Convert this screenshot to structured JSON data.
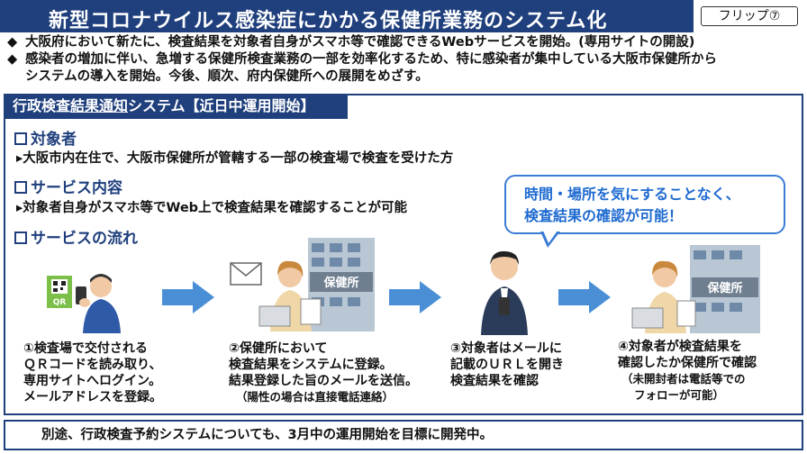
{
  "header": {
    "title": "新型コロナウイルス感染症にかかる保健所業務のシステム化",
    "flip_label": "フリップ⑦"
  },
  "bullets": [
    {
      "mark": "◆",
      "text": "大阪府において新たに、検査結果を対象者自身がスマホ等で確認できるWebサービスを開始。(専用サイトの開設)"
    },
    {
      "mark": "◆",
      "text": "感染者の増加に伴い、急増する保健所検査業務の一部を効率化するため、特に感染者が集中している大阪市保健所から"
    },
    {
      "mark": "",
      "text": "システムの導入を開始。今後、順次、府内保健所への展開をめざす。"
    }
  ],
  "panel": {
    "tab_prefix": "行政検査",
    "tab_underlined": "結果通知",
    "tab_suffix": "システム【近日中運用開始】",
    "target_heading": "対象者",
    "target_body": "▸大阪市内在住で、大阪市保健所が管轄する一部の検査場で検査を受けた方",
    "service_heading": "サービス内容",
    "service_body": "▸対象者自身がスマホ等でWeb上で検査結果を確認することが可能",
    "flow_heading": "サービスの流れ",
    "bubble_line1": "時間・場所を気にすることなく、",
    "bubble_line2": "検査結果の確認が可能！"
  },
  "illustrations": {
    "qr_label": "QR",
    "building_sign_1": "保健所",
    "building_sign_2": "保健所"
  },
  "steps": [
    {
      "lines": [
        "①検査場で交付される",
        "ＱＲコードを読み取り、",
        "専用サイトへログイン。",
        "メールアドレスを登録。"
      ],
      "note": ""
    },
    {
      "lines": [
        "②保健所において",
        "検査結果をシステムに登録。",
        "結果登録した旨のメールを送信。"
      ],
      "note": "（陽性の場合は直接電話連絡）"
    },
    {
      "lines": [
        "③対象者はメールに",
        "記載のＵＲＬを開き",
        "検査結果を確認"
      ],
      "note": ""
    },
    {
      "lines": [
        "④対象者が検査結果を",
        "確認したか保健所で確認"
      ],
      "note_lines": [
        "（未開封者は電話等での",
        "フォローが可能）"
      ]
    }
  ],
  "footer": {
    "text": "別途、行政検査予約システムについても、3月中の運用開始を目標に開発中。"
  },
  "colors": {
    "navy": "#1f3f7d",
    "arrow_blue": "#4a8fd6",
    "bubble_text": "#1e6ad0"
  }
}
